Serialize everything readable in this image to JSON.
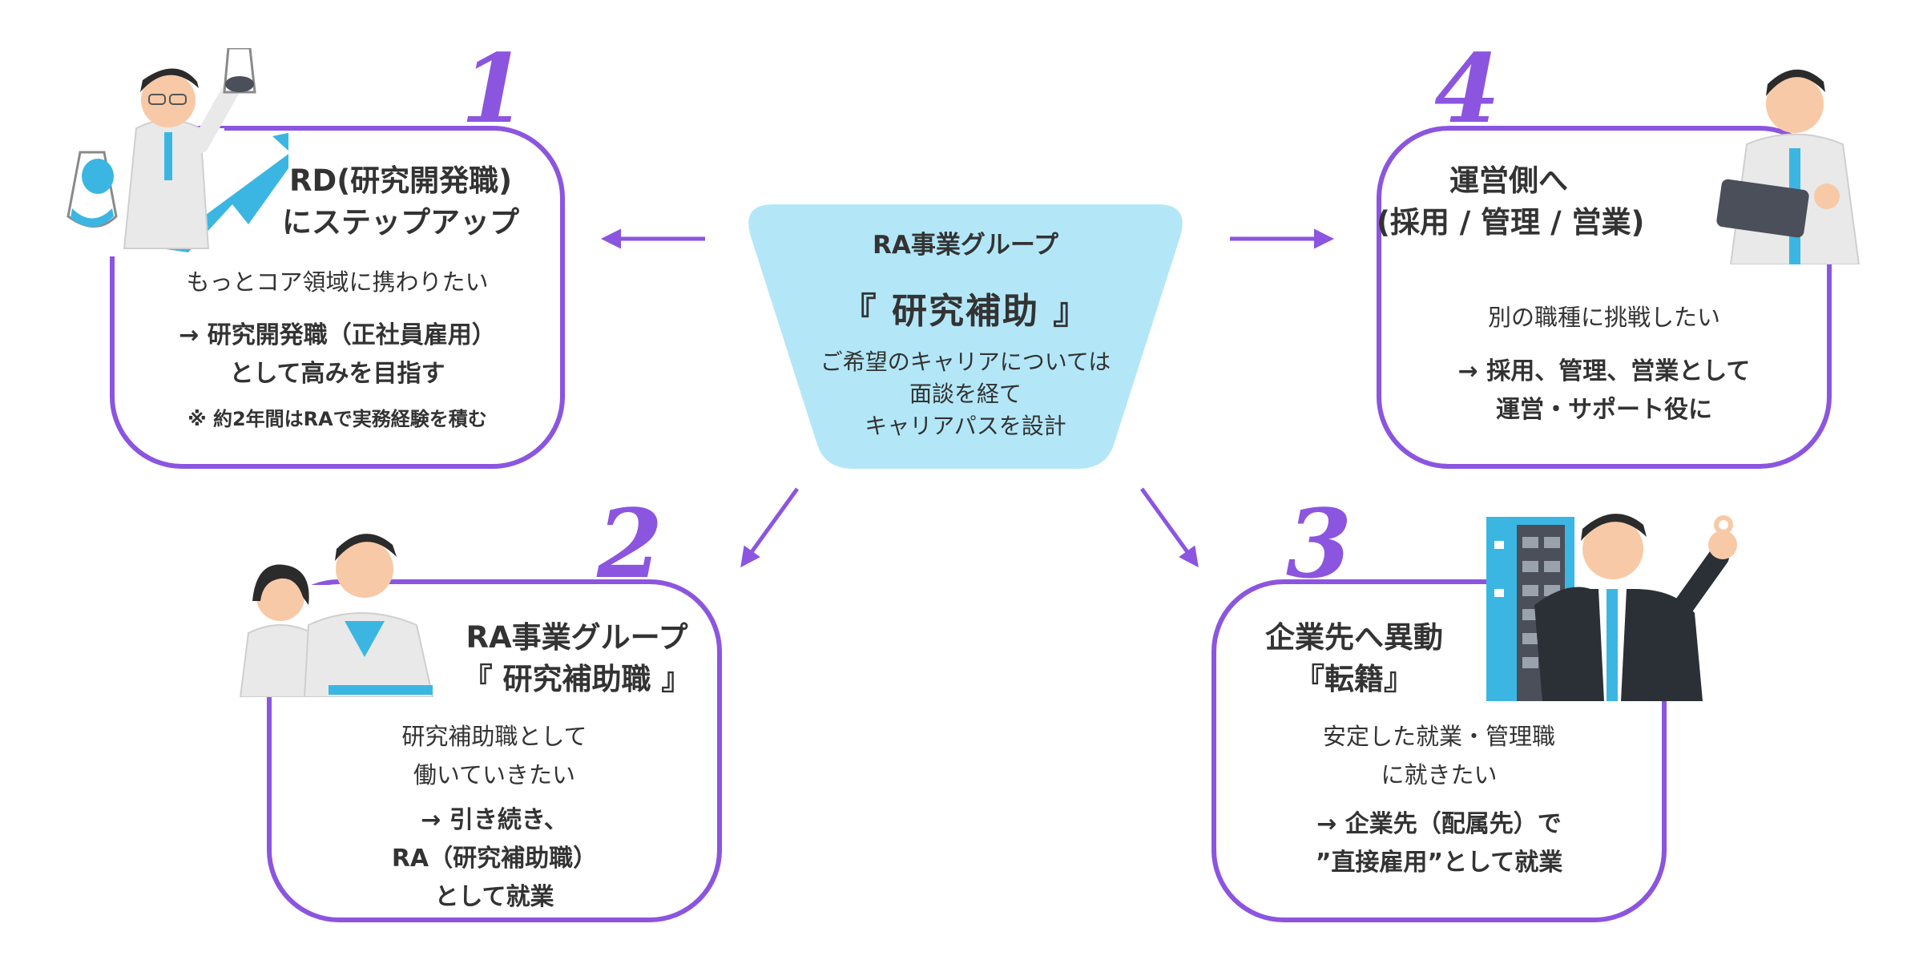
{
  "colors": {
    "accent": "#8b55e0",
    "center_fill": "#b3e7f8",
    "illustration_blue": "#3bb6e3"
  },
  "center": {
    "group": "RA事業グループ",
    "role": "『 研究補助 』",
    "desc": [
      "ご希望のキャリアについては",
      "面談を経て",
      "キャリアパスを設計"
    ]
  },
  "step1": {
    "number": "1",
    "title": [
      "RD(研究開発職)",
      "にステップアップ"
    ],
    "desc": "もっとコア領域に携わりたい",
    "result": [
      "→ 研究開発職（正社員雇用）",
      "として高みを目指す"
    ],
    "note": "※ 約2年間はRAで実務経験を積む"
  },
  "step2": {
    "number": "2",
    "title": [
      "RA事業グループ",
      "『 研究補助職 』"
    ],
    "desc": [
      "研究補助職として",
      "働いていきたい"
    ],
    "result": [
      "→ 引き続き、",
      "RA（研究補助職）",
      "として就業"
    ]
  },
  "step3": {
    "number": "3",
    "title": [
      "企業先へ異動",
      "『転籍』"
    ],
    "desc": [
      "安定した就業・管理職",
      "に就きたい"
    ],
    "result": [
      "→ 企業先（配属先）で",
      "”直接雇用”として就業"
    ]
  },
  "step4": {
    "number": "4",
    "title": [
      "運営側へ",
      "(採用 / 管理 / 営業)"
    ],
    "desc": "別の職種に挑戦したい",
    "result": [
      "→ 採用、管理、営業として",
      "運営・サポート役に"
    ]
  },
  "icons": {
    "step1": "scientist-growth-icon",
    "step2": "researchers-icon",
    "step3": "businessman-building-icon",
    "step4": "office-worker-tablet-icon"
  }
}
